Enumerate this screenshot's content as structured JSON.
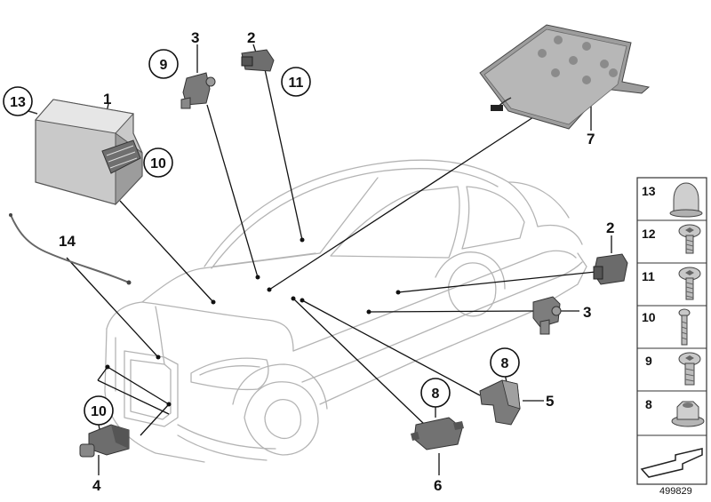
{
  "diagram": {
    "reference_number": "499829",
    "part_labels": {
      "p1": "1",
      "p2_top": "2",
      "p2_right": "2",
      "p3_top": "3",
      "p3_right": "3",
      "p4": "4",
      "p5": "5",
      "p6": "6",
      "p7": "7",
      "p14": "14"
    },
    "circled_labels": {
      "c13": "13",
      "c10_control": "10",
      "c9": "9",
      "c11": "11",
      "c10_sensor": "10",
      "c8_left": "8",
      "c8_right": "8"
    },
    "fastener_panel": [
      {
        "number": "13",
        "icon": "cap-nut-icon"
      },
      {
        "number": "12",
        "icon": "torx-screw-icon"
      },
      {
        "number": "11",
        "icon": "torx-screw-icon"
      },
      {
        "number": "10",
        "icon": "long-screw-icon"
      },
      {
        "number": "9",
        "icon": "torx-bolt-icon"
      },
      {
        "number": "8",
        "icon": "flange-nut-icon"
      }
    ]
  }
}
